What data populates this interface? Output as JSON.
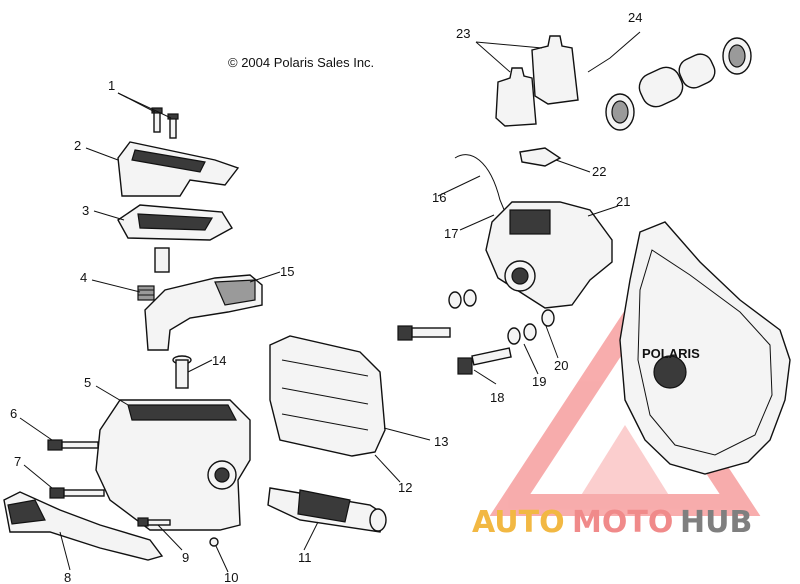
{
  "copyright": "© 2004 Polaris Sales Inc.",
  "callouts": [
    {
      "id": "c1",
      "text": "1"
    },
    {
      "id": "c2",
      "text": "2"
    },
    {
      "id": "c3",
      "text": "3"
    },
    {
      "id": "c4",
      "text": "4"
    },
    {
      "id": "c5",
      "text": "5"
    },
    {
      "id": "c6",
      "text": "6"
    },
    {
      "id": "c7",
      "text": "7"
    },
    {
      "id": "c8",
      "text": "8"
    },
    {
      "id": "c9",
      "text": "9"
    },
    {
      "id": "c10",
      "text": "10"
    },
    {
      "id": "c11",
      "text": "11"
    },
    {
      "id": "c12",
      "text": "12"
    },
    {
      "id": "c13",
      "text": "13"
    },
    {
      "id": "c14",
      "text": "14"
    },
    {
      "id": "c15",
      "text": "15"
    },
    {
      "id": "c16",
      "text": "16"
    },
    {
      "id": "c17",
      "text": "17"
    },
    {
      "id": "c18",
      "text": "18"
    },
    {
      "id": "c19",
      "text": "19"
    },
    {
      "id": "c20",
      "text": "20"
    },
    {
      "id": "c21",
      "text": "21"
    },
    {
      "id": "c22",
      "text": "22"
    },
    {
      "id": "c23",
      "text": "23"
    },
    {
      "id": "c24",
      "text": "24"
    }
  ],
  "cover_brand": "POLARIS",
  "watermark": {
    "part1": "AUTO",
    "part2": "MOTO",
    "part3": "HUB",
    "color_auto": "#f2b843",
    "color_moto": "#f08a8a",
    "color_hub": "#7f7f7f",
    "triangle_color": "#f26a6a"
  }
}
